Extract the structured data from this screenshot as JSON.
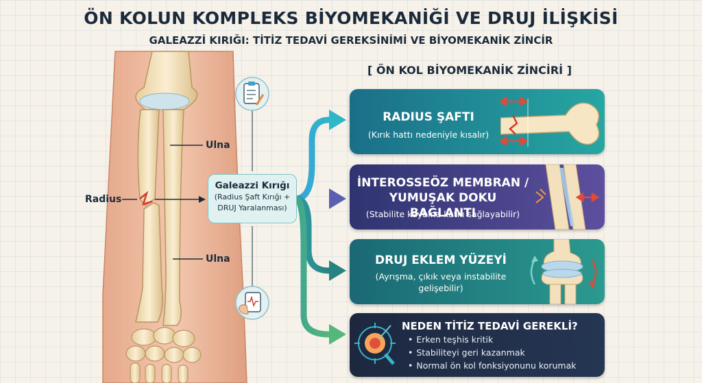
{
  "header": {
    "title": "ÖN KOLUN KOMPLEKS BİYOMEKANİĞİ VE DRUJ İLİŞKİSİ",
    "subtitle": "GALEAZZİ KIRIĞI: TİTİZ TEDAVİ GEREKSİNİMİ VE BİYOMEKANİK ZİNCİR"
  },
  "anatomy": {
    "ulna_top": "Ulna",
    "ulna_bottom": "Ulna",
    "radius": "Radius"
  },
  "center": {
    "title": "Galeazzi Kırığı",
    "line1": "(Radius Şaft Kırığı +",
    "line2": "DRUJ Yaralanması)"
  },
  "chain_heading": "[ ÖN KOL BİYOMEKANİK ZİNCİRİ ]",
  "cards": [
    {
      "title": "RADIUS ŞAFTI",
      "desc": "(Kırık hattı nedeniyle kısalır)",
      "color": "#1f8d94"
    },
    {
      "title1": "İNTEROSSEÖZ MEMBRAN /",
      "title2": "YUMUŞAK DOKU BAĞLANTI",
      "desc": "(Stabilite kaybına katkı sağlayabilir)",
      "color": "#3b3d78"
    },
    {
      "title": "DRUJ EKLEM YÜZEYİ",
      "desc1": "(Ayrışma, çıkık veya instabilite",
      "desc2": "gelişebilir)",
      "color": "#1e7a7d"
    },
    {
      "title": "NEDEN TİTİZ TEDAVİ GEREKLİ?",
      "color": "#1f2b45",
      "bullets": [
        "Erken teşhis kritik",
        "Stabiliteyi geri kazanmak",
        "Normal ön kol fonksiyonunu korumak"
      ]
    }
  ],
  "icons": [
    "clipboard-icon",
    "medical-report-icon",
    "target-magnifier-icon"
  ]
}
